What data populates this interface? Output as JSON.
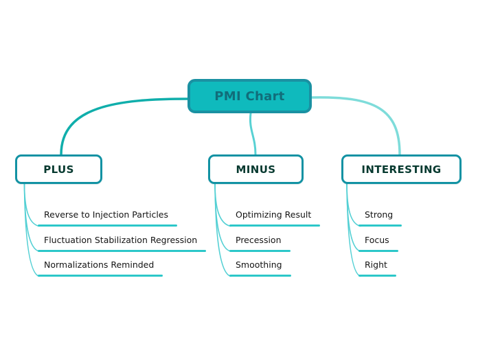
{
  "title": "PMI Chart",
  "root": {
    "label": "PMI Chart"
  },
  "branches": [
    {
      "label": "PLUS",
      "children": [
        "Reverse to Injection Particles",
        "Fluctuation Stabilization Regression",
        "Normalizations Reminded"
      ]
    },
    {
      "label": "MINUS",
      "children": [
        "Optimizing Result",
        "Precession",
        "Smoothing"
      ]
    },
    {
      "label": "INTERESTING",
      "children": [
        "Strong",
        "Focus",
        "Right"
      ]
    }
  ],
  "colors": {
    "root_fill": "#0fbabd",
    "root_border": "#1a91a2",
    "root_text": "#116d7a",
    "branch_border": "#1292a3",
    "branch_text": "#06392f",
    "leaf_text": "#141414",
    "leaf_underline": "#2cc7c9",
    "connector_left": "#10aeab",
    "connector_middle": "#58d1d3",
    "connector_right": "#7edcda",
    "connector_child": "#54d0d4",
    "background": "#ffffff"
  }
}
